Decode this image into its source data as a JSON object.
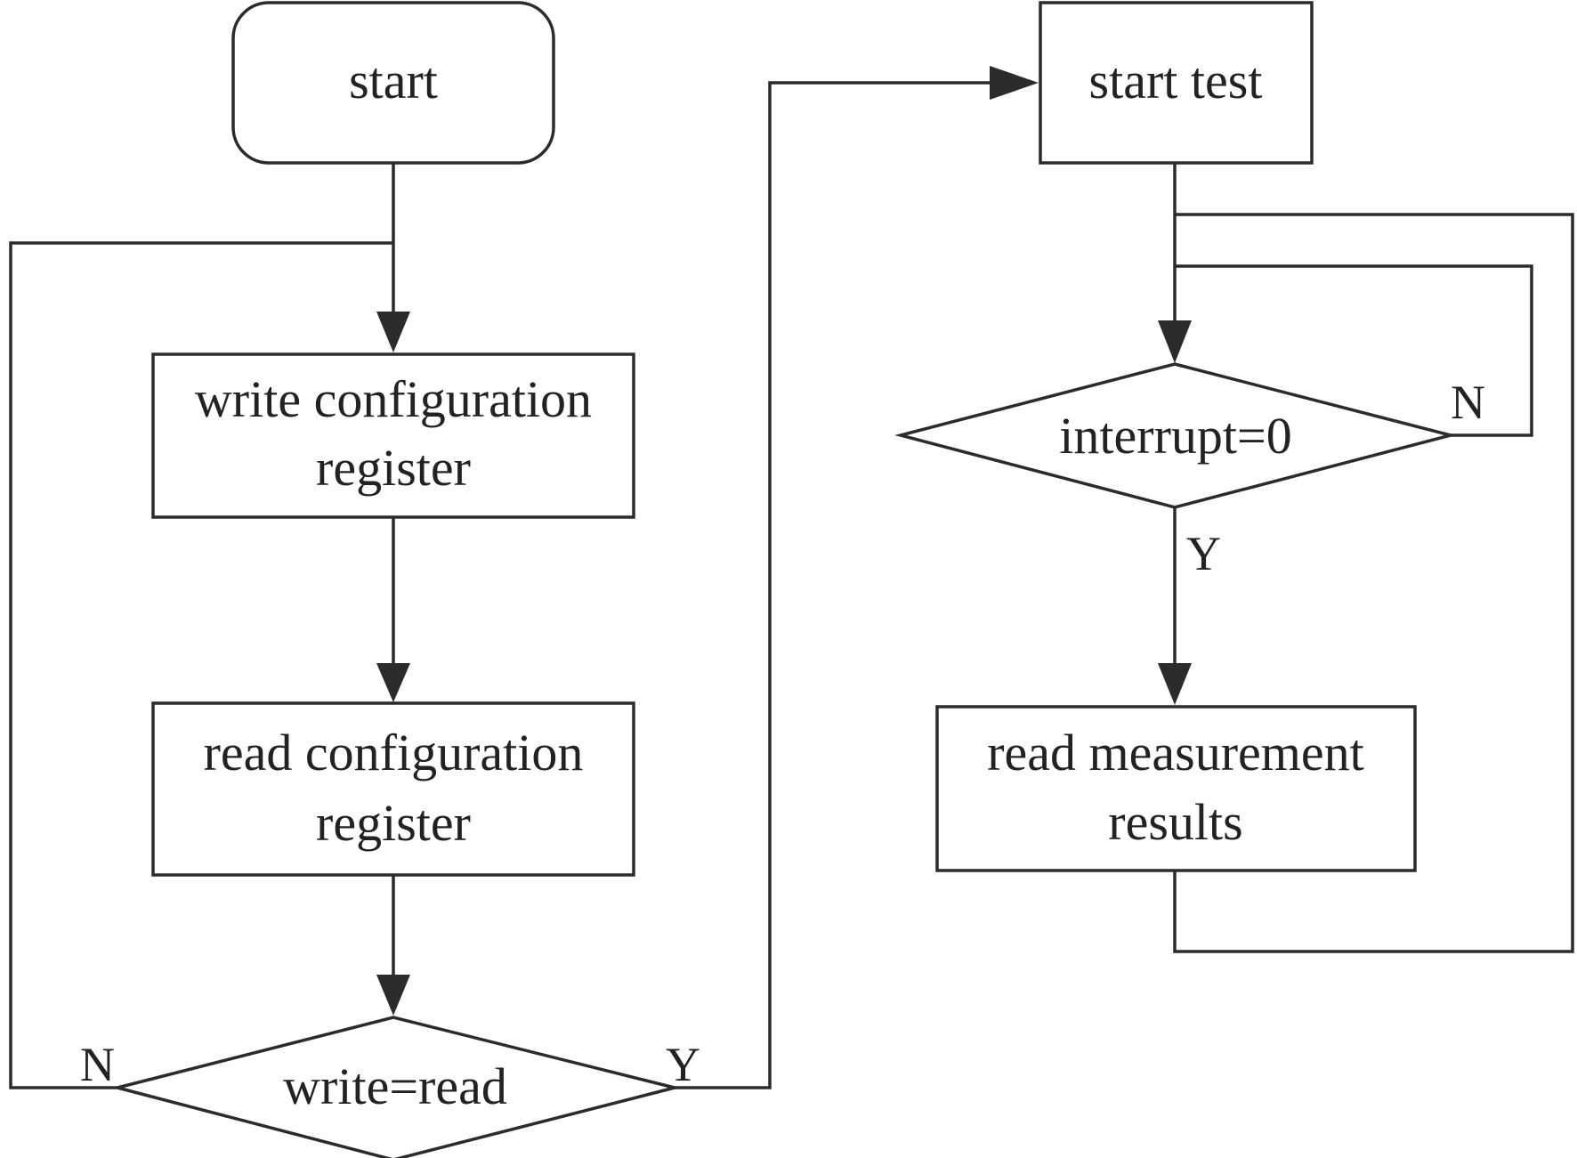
{
  "nodes": {
    "start": "start",
    "write_config": [
      "write configuration",
      "register"
    ],
    "read_config": [
      "read configuration",
      "register"
    ],
    "compare": "write=read",
    "start_test": "start test",
    "interrupt": "interrupt=0",
    "read_results": [
      "read measurement",
      "results"
    ]
  },
  "edge_labels": {
    "compare_no": "N",
    "compare_yes": "Y",
    "interrupt_no": "N",
    "interrupt_yes": "Y"
  },
  "colors": {
    "stroke": "#2b2b2b",
    "text": "#222222",
    "background": "#ffffff"
  }
}
